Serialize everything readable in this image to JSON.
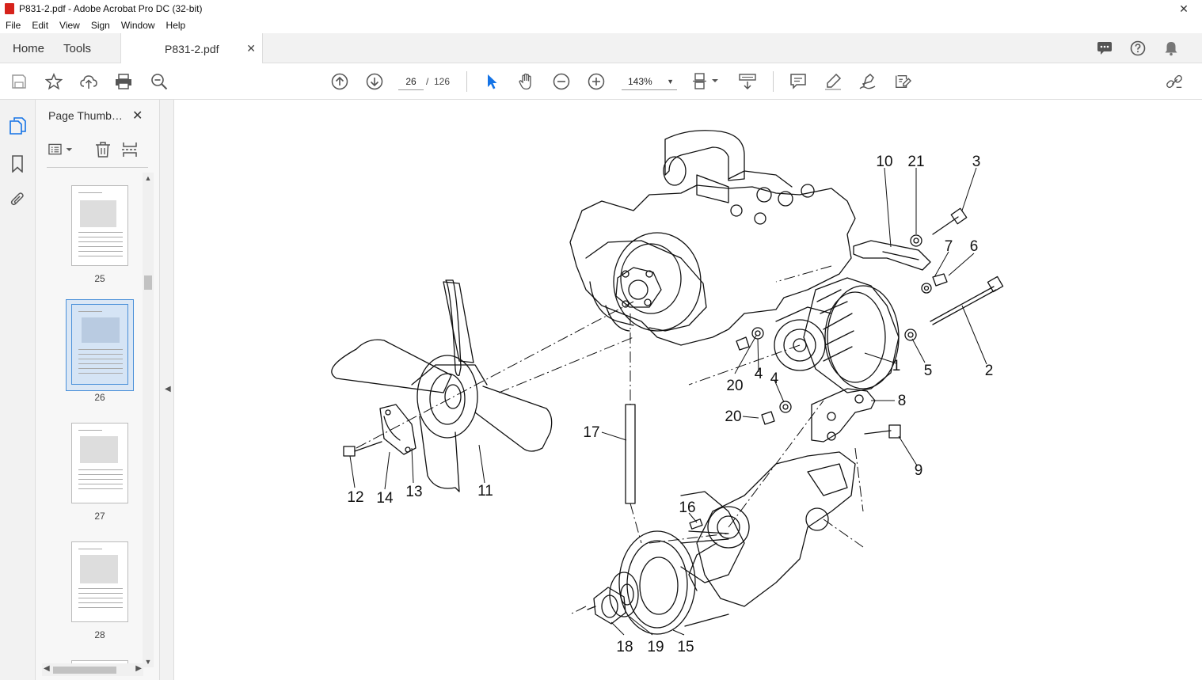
{
  "window": {
    "title": "P831-2.pdf - Adobe Acrobat Pro DC (32-bit)",
    "close_glyph": "✕"
  },
  "menu": [
    "File",
    "Edit",
    "View",
    "Sign",
    "Window",
    "Help"
  ],
  "tabs": {
    "home": "Home",
    "tools": "Tools",
    "document": "P831-2.pdf",
    "close_glyph": "✕"
  },
  "toolbar": {
    "current_page": "26",
    "page_separator": "/",
    "total_pages": "126",
    "zoom": "143%"
  },
  "panel": {
    "title": "Page Thumb…",
    "close_glyph": "✕",
    "thumbnails": [
      {
        "label": "25",
        "selected": false
      },
      {
        "label": "26",
        "selected": true
      },
      {
        "label": "27",
        "selected": false
      },
      {
        "label": "28",
        "selected": false
      }
    ]
  },
  "figure": {
    "callouts": [
      "10",
      "21",
      "3",
      "7",
      "6",
      "1",
      "5",
      "2",
      "20",
      "4",
      "4",
      "20",
      "8",
      "9",
      "17",
      "12",
      "14",
      "13",
      "11",
      "16",
      "18",
      "19",
      "15"
    ]
  },
  "colors": {
    "accent": "#4a90d9",
    "pdf_icon": "#d6221b",
    "select_tool": "#1473e6"
  }
}
